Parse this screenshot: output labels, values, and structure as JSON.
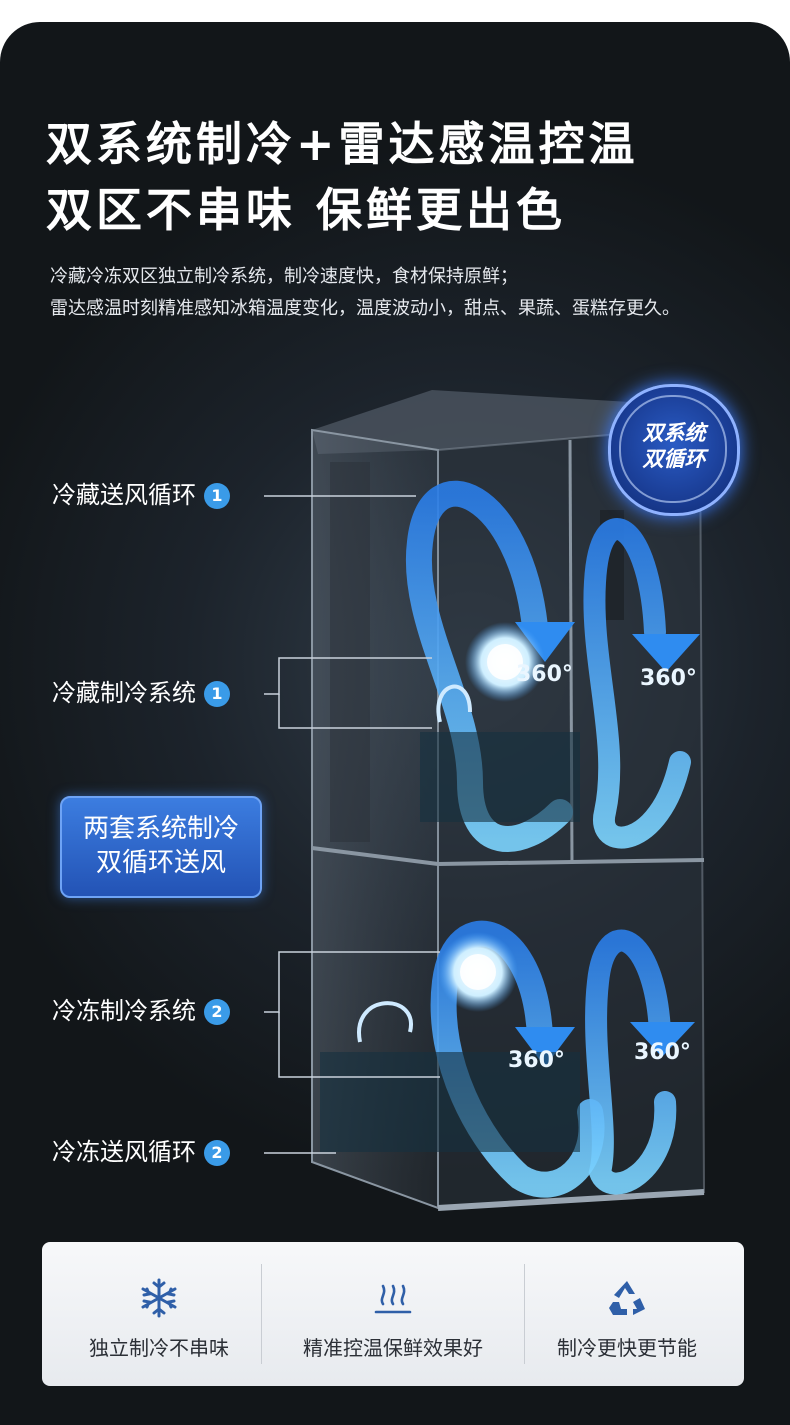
{
  "headline": {
    "line1": "双系统制冷+雷达感温控温",
    "line2": "双区不串味 保鲜更出色"
  },
  "description": {
    "line1": "冷藏冷冻双区独立制冷系统，制冷速度快，食材保持原鲜；",
    "line2": "雷达感温时刻精准感知冰箱温度变化，温度波动小，甜点、果蔬、蛋糕存更久。"
  },
  "badge": {
    "line1": "双系统",
    "line2": "双循环"
  },
  "callouts": [
    {
      "text": "冷藏送风循环",
      "num": "1"
    },
    {
      "text": "冷藏制冷系统",
      "num": "1"
    },
    {
      "text": "冷冻制冷系统",
      "num": "2"
    },
    {
      "text": "冷冻送风循环",
      "num": "2"
    }
  ],
  "highlight": {
    "line1": "两套系统制冷",
    "line2": "双循环送风"
  },
  "rotation_labels": [
    "360°",
    "360°",
    "360°",
    "360°"
  ],
  "features": [
    {
      "icon": "snowflake-icon",
      "text": "独立制冷不串味"
    },
    {
      "icon": "heat-waves-icon",
      "text": "精准控温保鲜效果好"
    },
    {
      "icon": "recycle-icon",
      "text": "制冷更快更节能"
    }
  ],
  "colors": {
    "accent_blue": "#3a9be8",
    "badge_blue": "#1a3d95",
    "icon_blue": "#2f5fa8"
  }
}
